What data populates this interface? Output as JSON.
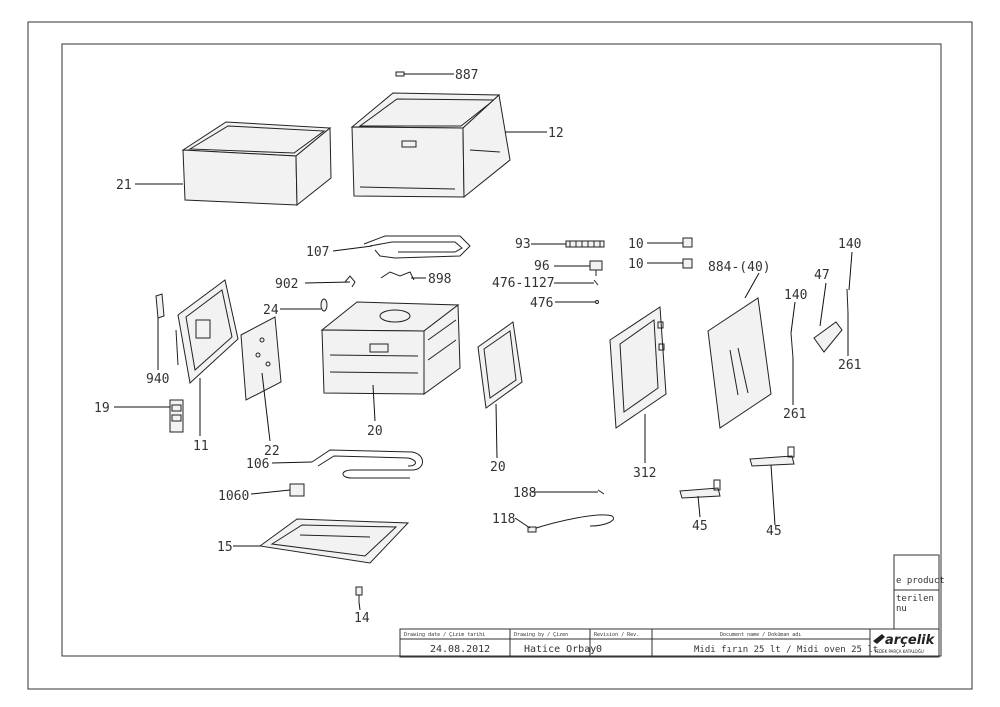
{
  "callouts": [
    {
      "id": "887",
      "label": "887"
    },
    {
      "id": "12",
      "label": "12"
    },
    {
      "id": "21",
      "label": "21"
    },
    {
      "id": "107",
      "label": "107"
    },
    {
      "id": "93",
      "label": "93"
    },
    {
      "id": "10a",
      "label": "10"
    },
    {
      "id": "10b",
      "label": "10"
    },
    {
      "id": "140a",
      "label": "140"
    },
    {
      "id": "884",
      "label": "884-(40)"
    },
    {
      "id": "902",
      "label": "902"
    },
    {
      "id": "898",
      "label": "898"
    },
    {
      "id": "96",
      "label": "96"
    },
    {
      "id": "476-1127",
      "label": "476-1127"
    },
    {
      "id": "47",
      "label": "47"
    },
    {
      "id": "140b",
      "label": "140"
    },
    {
      "id": "24",
      "label": "24"
    },
    {
      "id": "476",
      "label": "476"
    },
    {
      "id": "940",
      "label": "940"
    },
    {
      "id": "261a",
      "label": "261"
    },
    {
      "id": "19",
      "label": "19"
    },
    {
      "id": "261b",
      "label": "261"
    },
    {
      "id": "11",
      "label": "11"
    },
    {
      "id": "22",
      "label": "22"
    },
    {
      "id": "20a",
      "label": "20"
    },
    {
      "id": "20b",
      "label": "20"
    },
    {
      "id": "312",
      "label": "312"
    },
    {
      "id": "106",
      "label": "106"
    },
    {
      "id": "1060",
      "label": "1060"
    },
    {
      "id": "188",
      "label": "188"
    },
    {
      "id": "45a",
      "label": "45"
    },
    {
      "id": "118",
      "label": "118"
    },
    {
      "id": "45b",
      "label": "45"
    },
    {
      "id": "15",
      "label": "15"
    },
    {
      "id": "14",
      "label": "14"
    }
  ],
  "title_block": {
    "header_date": "Drawing date / Çizim tarihi",
    "header_drawer": "Drawing by / Çizen",
    "header_rev": "Revision / Rev.",
    "header_name": "Document name / Doküman adı",
    "date": "24.08.2012",
    "drawer": "Hatice Orbay",
    "revision": "0",
    "product": "Midi fırın 25 lt / Midi oven 25 lt",
    "side_line1": "e product",
    "side_line2": "terilen",
    "side_line3": "nu",
    "brand": "arçelik",
    "brand_sub": "YEDEK PARÇA KATALOĞU"
  },
  "colors": {
    "line": "#222222",
    "background": "#ffffff"
  }
}
